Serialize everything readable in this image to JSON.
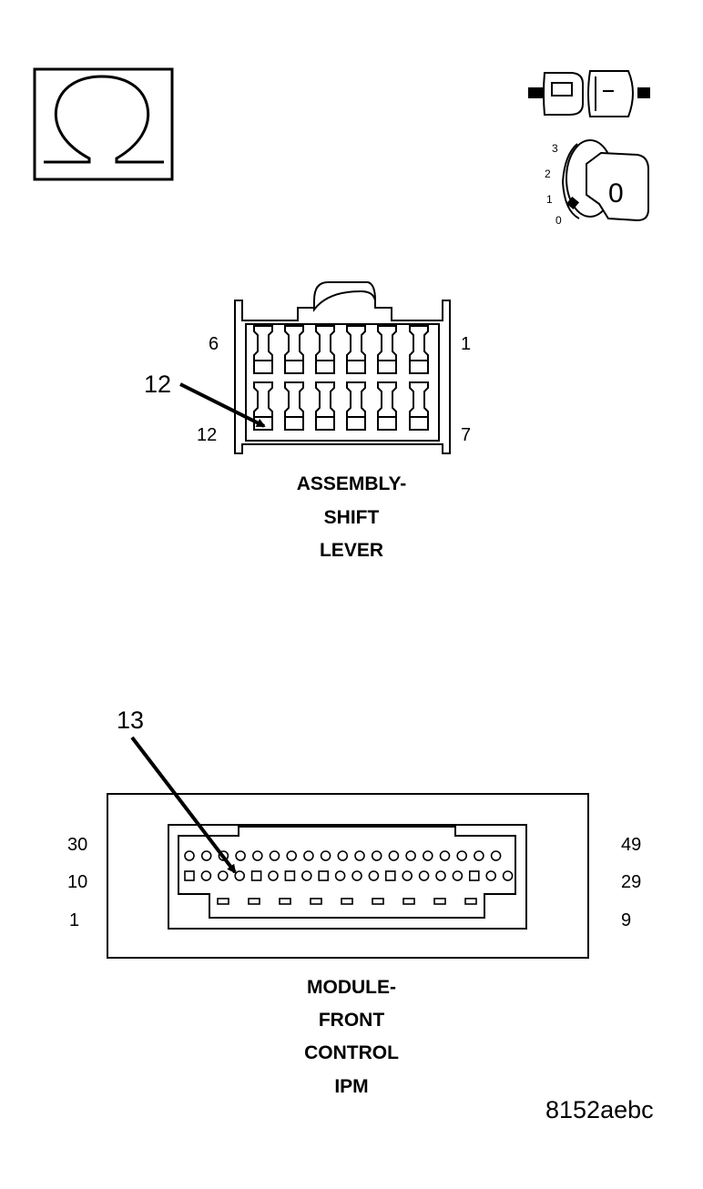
{
  "ohm_symbol": {
    "glyph": "ohm-meter"
  },
  "ignition_key": {
    "positions": [
      "3",
      "2",
      "1",
      "0"
    ],
    "key_label": "0"
  },
  "shift_lever_connector": {
    "pin_labels": {
      "top_left": "6",
      "top_right": "1",
      "bottom_left": "12",
      "bottom_right": "7"
    },
    "callout": "12",
    "caption": [
      "ASSEMBLY-",
      "SHIFT",
      "LEVER"
    ]
  },
  "ipm_connector": {
    "pin_labels": {
      "row1_left": "30",
      "row1_right": "49",
      "row2_left": "10",
      "row2_right": "29",
      "row3_left": "1",
      "row3_right": "9"
    },
    "callout": "13",
    "caption": [
      "MODULE-",
      "FRONT",
      "CONTROL",
      "IPM"
    ]
  },
  "figure_id": "8152aebc"
}
